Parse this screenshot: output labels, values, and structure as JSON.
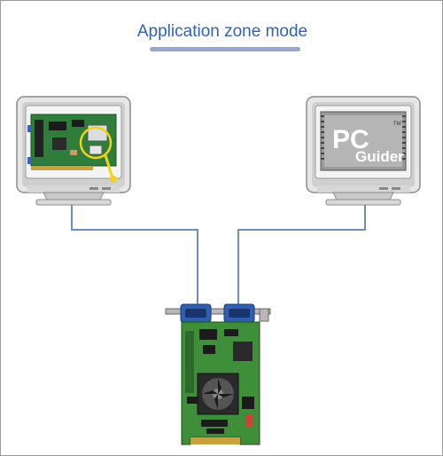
{
  "title": "Application zone mode",
  "right_screen": {
    "logo_text": "Guider",
    "logo_letters": "PC",
    "trademark": "TM"
  },
  "colors": {
    "title": "#2f62b6",
    "cable": "#6f8fb6",
    "pcb_green": "#3f8f3a",
    "monitor_body": "#e6e6e6"
  }
}
